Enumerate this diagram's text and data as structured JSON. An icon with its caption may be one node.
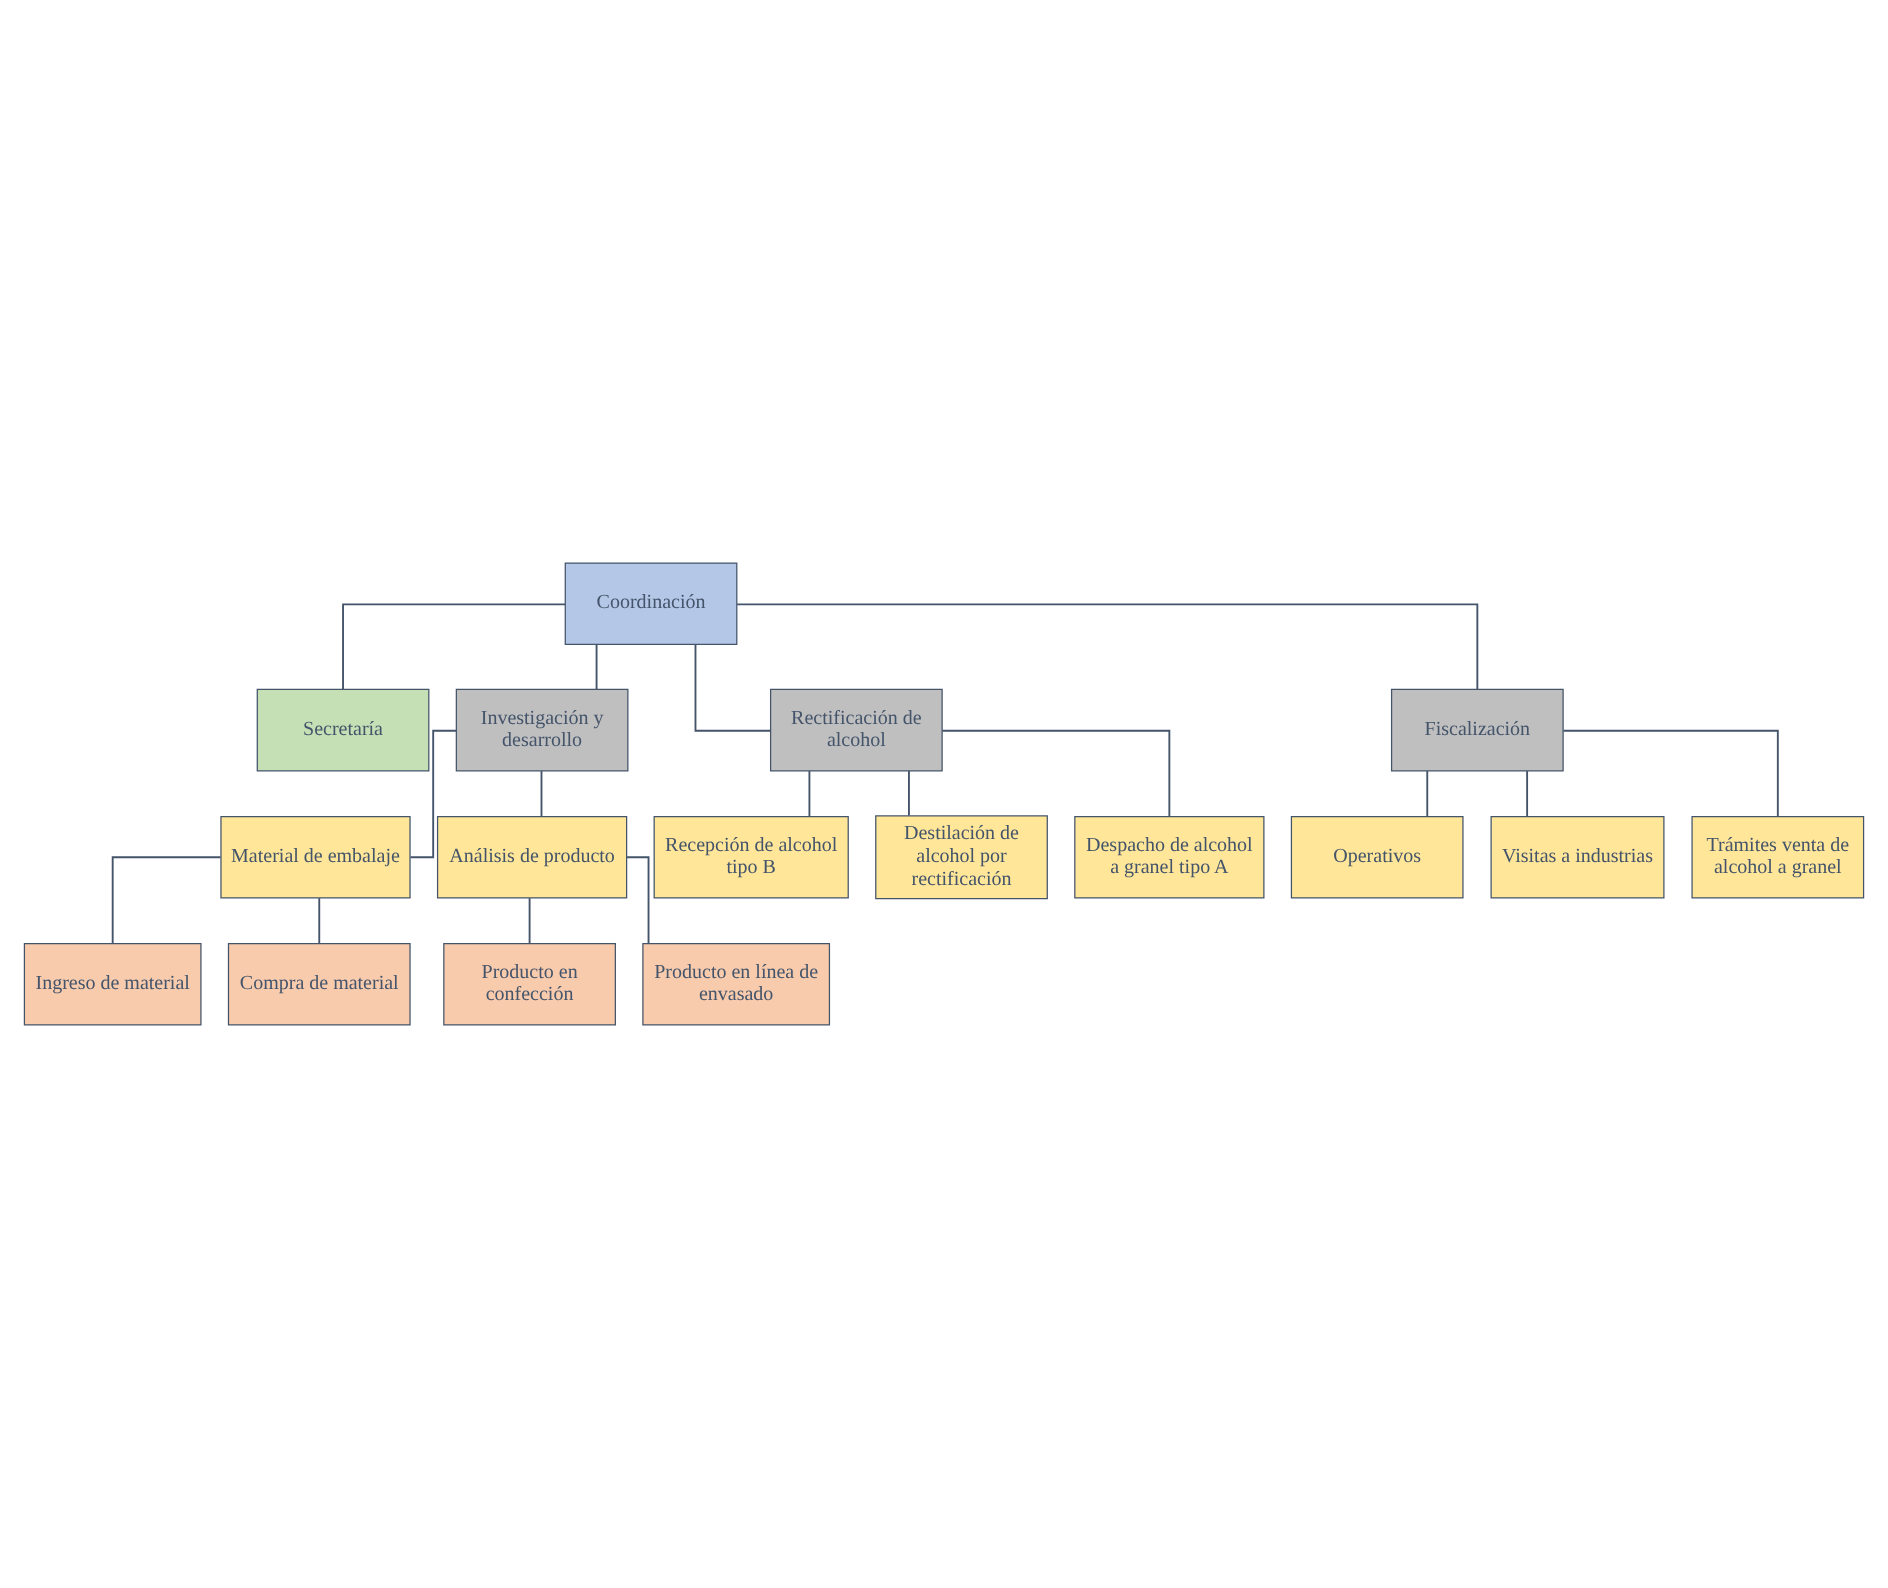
{
  "diagram": {
    "nodes": [
      {
        "text": [
          "Coordinación"
        ]
      },
      {
        "text": [
          "Secretaría"
        ]
      },
      {
        "text": [
          "Investigación y desarrollo"
        ]
      },
      {
        "text": [
          "Rectificación de alcohol"
        ]
      },
      {
        "text": [
          "Fiscalización"
        ]
      },
      {
        "text": [
          "Material de embalaje"
        ]
      },
      {
        "text": [
          "Análisis de producto"
        ]
      },
      {
        "text": [
          "Ingreso de material"
        ]
      },
      {
        "text": [
          "Compra de material"
        ]
      },
      {
        "text": [
          "Producto en confección"
        ]
      },
      {
        "text": [
          "Producto en línea de envasado"
        ]
      },
      {
        "text": [
          "Recepción de alcohol tipo B"
        ]
      },
      {
        "text": [
          "Destilación de alcohol por rectificación"
        ]
      },
      {
        "text": [
          "Despacho de alcohol a granel tipo A"
        ]
      },
      {
        "text": [
          "Operativos"
        ]
      },
      {
        "text": [
          "Visitas a industrias"
        ]
      },
      {
        "text": [
          "Trámites venta de alcohol a granel"
        ]
      }
    ],
    "edges": [
      {
        "from": 0,
        "to": 1,
        "arrow": "none"
      },
      {
        "from": 0,
        "to": 2,
        "arrow": "none"
      },
      {
        "from": 0,
        "to": 3,
        "arrow": "none"
      },
      {
        "from": 0,
        "to": 4,
        "arrow": "none"
      },
      {
        "from": 2,
        "to": 5,
        "arrow": "none"
      },
      {
        "from": 2,
        "to": 6,
        "arrow": "none"
      },
      {
        "from": 5,
        "to": 7,
        "arrow": "none"
      },
      {
        "from": 5,
        "to": 8,
        "arrow": "none"
      },
      {
        "from": 6,
        "to": 9,
        "arrow": "none"
      },
      {
        "from": 6,
        "to": 10,
        "arrow": "none"
      },
      {
        "from": 3,
        "to": 11,
        "arrow": "none"
      },
      {
        "from": 3,
        "to": 12,
        "arrow": "none"
      },
      {
        "from": 3,
        "to": 13,
        "arrow": "none"
      },
      {
        "from": 4,
        "to": 14,
        "arrow": "none"
      },
      {
        "from": 4,
        "to": 15,
        "arrow": "none"
      },
      {
        "from": 4,
        "to": 16,
        "arrow": "none"
      }
    ]
  }
}
